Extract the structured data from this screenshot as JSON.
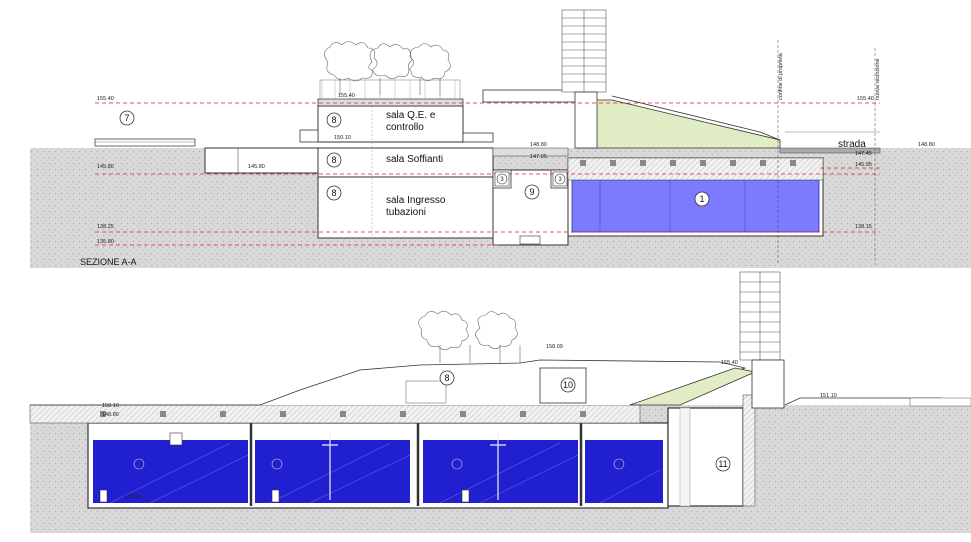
{
  "section_a": {
    "title": "SEZIONE A-A",
    "rooms": [
      {
        "num": "8",
        "label_lines": [
          "sala Q.E. e",
          "controllo"
        ]
      },
      {
        "num": "8",
        "label_lines": [
          "sala Soffianti"
        ]
      },
      {
        "num": "8",
        "label_lines": [
          "sala Ingresso",
          "tubazioni"
        ]
      }
    ],
    "markers": {
      "m7": "7",
      "m9": "9",
      "m3a": "3",
      "m3b": "3",
      "m1": "1"
    },
    "levels": {
      "l155_40_left": "155.40",
      "l155_40_mid": "155.40",
      "l155_40_right": "155.40",
      "l150_10": "150.10",
      "l148_80": "148.80",
      "l148_80_right": "148.80",
      "l147_05": "147.05",
      "l147_45": "147.45",
      "l145_95": "145.95",
      "l145_80_left": "145.80",
      "l145_80_mid": "145.80",
      "l138_25": "138.25",
      "l135_80": "135.80",
      "l138_15": "138.15"
    },
    "road_label": "strada",
    "vertical_labels": {
      "property": "confine di proprietà",
      "fence": "nuova recinzione"
    }
  },
  "section_b": {
    "markers": {
      "m8": "8",
      "m10": "10",
      "m11": "11"
    },
    "levels": {
      "l158_09": "158.09",
      "l155_40": "155.40",
      "l151_10": "151.10",
      "l150_10": "150.10",
      "l148_80": "148.80",
      "l138_15": "138.15"
    }
  },
  "colors": {
    "water": "#2020d0",
    "water_light": "#7b7bff",
    "green_roof": "#e0ecc4",
    "datum_line": "#e02020",
    "ground": "#d6d6d6"
  }
}
